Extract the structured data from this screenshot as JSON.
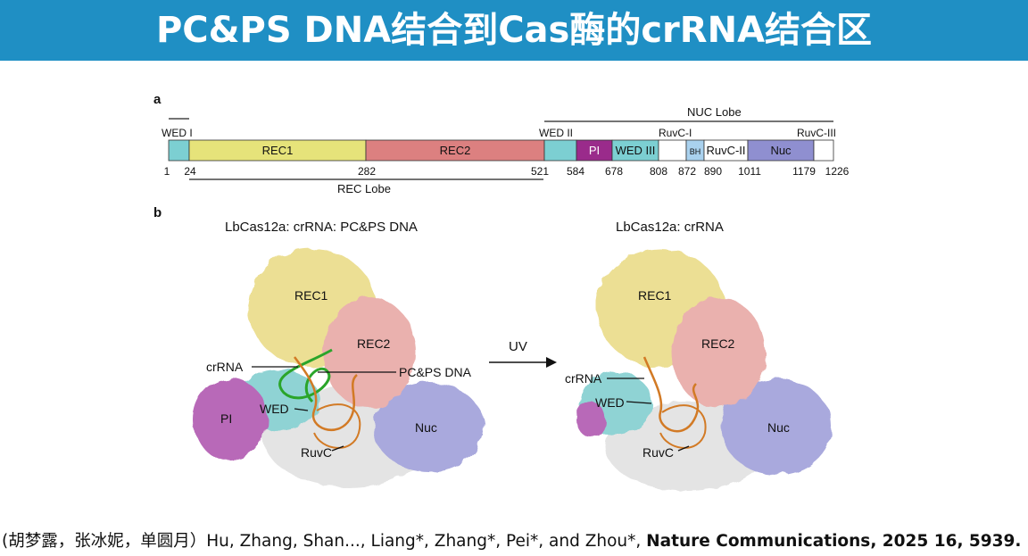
{
  "header": {
    "title": "PC&PS DNA结合到Cas酶的crRNA结合区"
  },
  "panel_a": {
    "label": "a",
    "nuc_lobe": "NUC Lobe",
    "rec_lobe": "REC Lobe",
    "labels_above": {
      "wed1": "WED I",
      "wed2": "WED II",
      "ruvc1": "RuvC-I",
      "ruvc3": "RuvC-III"
    },
    "domains": [
      {
        "name": "",
        "color": "#7ccfd2",
        "start": 1,
        "end": 24
      },
      {
        "name": "REC1",
        "color": "#e6e37a",
        "start": 24,
        "end": 282
      },
      {
        "name": "REC2",
        "color": "#dc8080",
        "start": 282,
        "end": 521
      },
      {
        "name": "",
        "color": "#7ccfd2",
        "start": 521,
        "end": 584
      },
      {
        "name": "PI",
        "color": "#9a2b8b",
        "start": 584,
        "end": 678
      },
      {
        "name": "WED III",
        "color": "#7ccfd2",
        "start": 678,
        "end": 808
      },
      {
        "name": "",
        "color": "#ffffff",
        "start": 808,
        "end": 872
      },
      {
        "name": "BH",
        "color": "#a9d1ee",
        "start": 872,
        "end": 890
      },
      {
        "name": "RuvC-II",
        "color": "#ffffff",
        "start": 890,
        "end": 1011
      },
      {
        "name": "Nuc",
        "color": "#8f8fd0",
        "start": 1011,
        "end": 1179
      },
      {
        "name": "",
        "color": "#ffffff",
        "start": 1179,
        "end": 1226
      }
    ],
    "ticks": [
      "1",
      "24",
      "282",
      "521",
      "584",
      "678",
      "808",
      "872",
      "890",
      "1011",
      "1179",
      "1226"
    ]
  },
  "panel_b": {
    "label": "b",
    "left": {
      "title": "LbCas12a: crRNA: PC&PS DNA",
      "labels": {
        "rec1": "REC1",
        "rec2": "REC2",
        "crrna": "crRNA",
        "dna": "PC&PS DNA",
        "wed": "WED",
        "pi": "PI",
        "ruvc": "RuvC",
        "nuc": "Nuc"
      }
    },
    "arrow_label": "UV",
    "right": {
      "title": "LbCas12a: crRNA",
      "labels": {
        "rec1": "REC1",
        "rec2": "REC2",
        "crrna": "crRNA",
        "wed": "WED",
        "ruvc": "RuvC",
        "nuc": "Nuc"
      }
    }
  },
  "citation": {
    "prefix": "(胡梦露，张冰妮，单圆月）Hu, Zhang, Shan..., Liang*, Zhang*, Pei*, and Zhou*, ",
    "journal": "Nature Communications, 2025 16, 5939."
  }
}
